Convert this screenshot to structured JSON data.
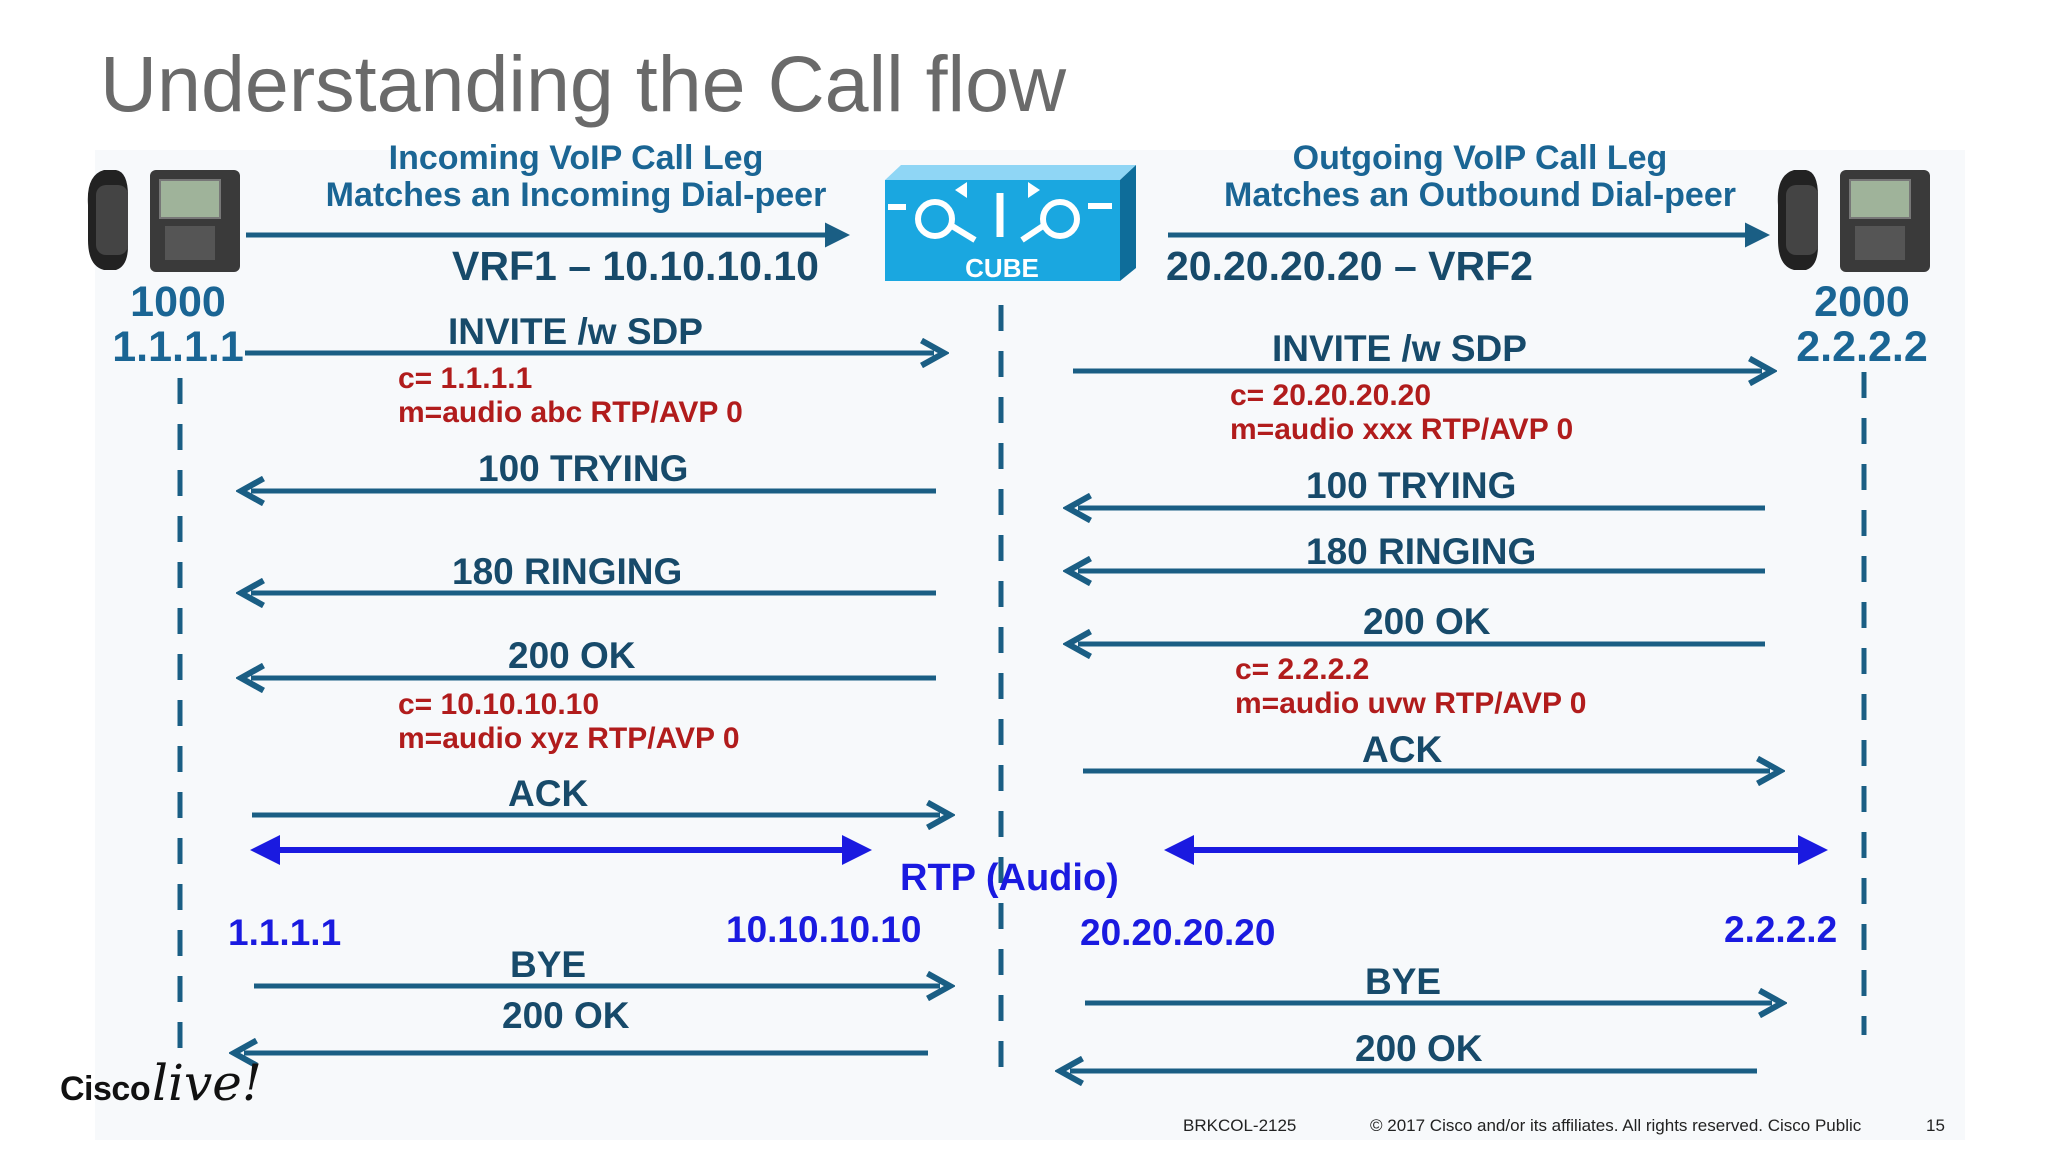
{
  "title": "Understanding the Call flow",
  "left_leg": {
    "header_line1": "Incoming VoIP Call Leg",
    "header_line2": "Matches an Incoming Dial-peer",
    "vrf_label": "VRF1 – 10.10.10.10"
  },
  "right_leg": {
    "header_line1": "Outgoing VoIP Call Leg",
    "header_line2": "Matches an Outbound Dial-peer",
    "vrf_label": "20.20.20.20 – VRF2"
  },
  "cube": {
    "label": "CUBE"
  },
  "endpoint_left": {
    "number": "1000",
    "ip": "1.1.1.1",
    "icon": "ip-phone-icon"
  },
  "endpoint_right": {
    "number": "2000",
    "ip": "2.2.2.2",
    "icon": "ip-phone-icon"
  },
  "left_messages": {
    "invite": "INVITE /w SDP",
    "invite_sdp_c": "c= 1.1.1.1",
    "invite_sdp_m": "m=audio abc RTP/AVP 0",
    "trying": "100 TRYING",
    "ringing": "180 RINGING",
    "ok": "200 OK",
    "ok_sdp_c": "c= 10.10.10.10",
    "ok_sdp_m": "m=audio xyz RTP/AVP 0",
    "ack": "ACK",
    "bye": "BYE",
    "bye_ok": "200 OK"
  },
  "right_messages": {
    "invite": "INVITE /w SDP",
    "invite_sdp_c": "c= 20.20.20.20",
    "invite_sdp_m": "m=audio xxx RTP/AVP 0",
    "trying": "100 TRYING",
    "ringing": "180 RINGING",
    "ok": "200 OK",
    "ok_sdp_c": "c= 2.2.2.2",
    "ok_sdp_m": "m=audio uvw RTP/AVP 0",
    "ack": "ACK",
    "bye": "BYE",
    "bye_ok": "200 OK"
  },
  "rtp": {
    "label": "RTP (Audio)",
    "left_a": "1.1.1.1",
    "left_b": "10.10.10.10",
    "right_a": "20.20.20.20",
    "right_b": "2.2.2.2"
  },
  "footer": {
    "brand_cisco": "Cisco",
    "brand_live": "live!",
    "session": "BRKCOL-2125",
    "copyright": "© 2017  Cisco and/or its affiliates. All rights reserved.   Cisco Public",
    "page": "15"
  },
  "colors": {
    "signal_arrow": "#1a5e84",
    "rtp_arrow": "#1a1ae0",
    "sdp_text": "#b11c1c",
    "cube_face": "#1aa7e0",
    "title_text": "#6a6a6a"
  }
}
